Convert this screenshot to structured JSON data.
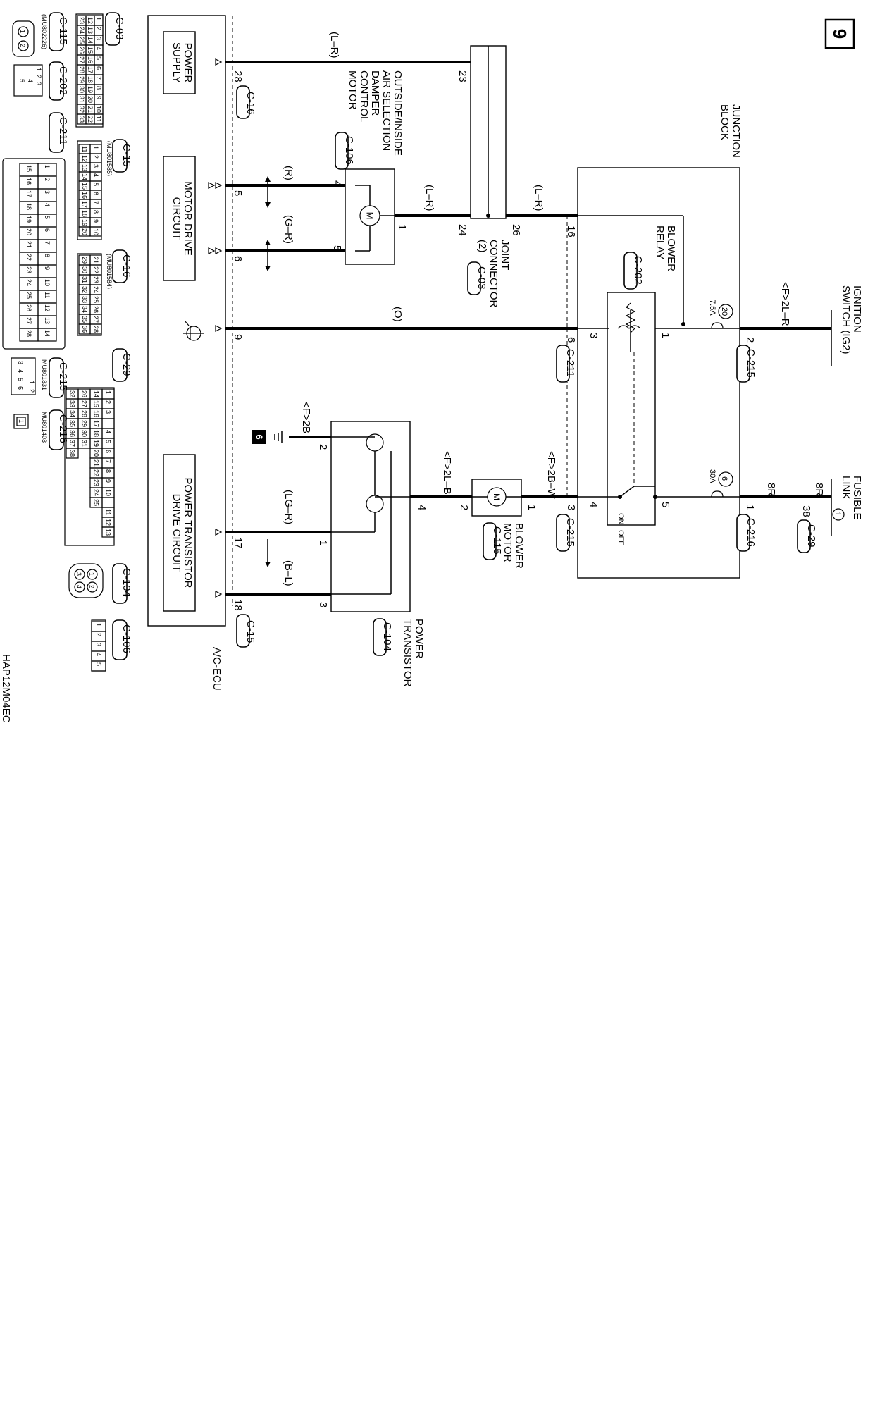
{
  "page": {
    "number": "9",
    "diagram_code": "HAP12M04EC"
  },
  "components": {
    "ecu": "A/C-ECU",
    "ecu_connector_a": "C-16",
    "ecu_connector_b": "C-15",
    "power_supply": [
      "POWER",
      "SUPPLY"
    ],
    "motor_drive": [
      "MOTOR DRIVE",
      "CIRCUIT"
    ],
    "power_transistor_drive": [
      "POWER TRANSISTOR",
      "DRIVE CIRCUIT"
    ],
    "damper_motor": [
      "OUTSIDE/INSIDE",
      "AIR SELECTION",
      "DAMPER",
      "CONTROL",
      "MOTOR"
    ],
    "damper_motor_connector": "C-106",
    "joint_connector": [
      "JOINT",
      "CONNECTOR",
      "(2)"
    ],
    "joint_connector_code": "C-03",
    "junction_block": [
      "JUNCTION",
      "BLOCK"
    ],
    "blower_relay": [
      "BLOWER",
      "RELAY"
    ],
    "blower_relay_connector": "C-202",
    "ignition_switch": [
      "IGNITION",
      "SWITCH (IG2)"
    ],
    "fusible_link": [
      "FUSIBLE",
      "LINK"
    ],
    "fusible_link_number": "1",
    "blower_motor": [
      "BLOWER",
      "MOTOR"
    ],
    "blower_motor_connector": "C-115",
    "power_transistor": [
      "POWER",
      "TRANSISTOR"
    ],
    "power_transistor_connector": "C-104",
    "ground_number": "6"
  },
  "connectors": {
    "c211": "C-211",
    "c215": "C-215",
    "c216": "C-216",
    "c29": "C-29",
    "c03": "C-03",
    "c202": "C-202",
    "c15": "C-15",
    "c16": "C-16",
    "c215b": "C-215",
    "c216b": "C-216",
    "c115": "C-115",
    "c104": "C-104",
    "c106": "C-106"
  },
  "connector_part_numbers": {
    "c115": "(MU802226)",
    "c15": "(MU801585)",
    "c16": "(MU801584)",
    "c215": "MU801331",
    "c216": "MU801403"
  },
  "wires": {
    "l_r": "(L–R)",
    "r": "(R)",
    "g_r": "(G–R)",
    "o": "(O)",
    "lg_r": "(LG–R)",
    "b_l": "(B–L)",
    "f2l_r": "<F>2L–R",
    "f2b_w": "<F>2B–W",
    "f2l_b": "<F>2L–B",
    "f2b": "<F>2B",
    "r8a": "8R",
    "r8b": "8R"
  },
  "fuses": {
    "ig_fuse_no": "20",
    "ig_fuse_amp": "7.5A",
    "fl_fuse_no": "6",
    "fl_fuse_amp": "30A"
  },
  "relay_switch": {
    "on": "ON",
    "off": "OFF"
  },
  "pins": {
    "ecu_28": "28",
    "ecu_5": "5",
    "ecu_6": "6",
    "ecu_9": "9",
    "ecu_17": "17",
    "ecu_18": "18",
    "m_23": "23",
    "m_4": "4",
    "m_5": "5",
    "m_1": "1",
    "j_24": "24",
    "j_26": "26",
    "jb_16": "16",
    "jb_6": "6",
    "jb_2": "2",
    "jb_1": "1",
    "jb_3": "3",
    "jb_4": "4",
    "r_1": "1",
    "r_3": "3",
    "r_5": "5",
    "r_4": "4",
    "f_38": "38",
    "bm_1": "1",
    "bm_2": "2",
    "pt_4": "4",
    "pt_2": "2",
    "pt_1": "1",
    "pt_3": "3"
  },
  "connector_grids": {
    "c03": [
      [
        "1",
        "2",
        "3",
        "4",
        "5",
        "6",
        "7",
        "8",
        "9",
        "10",
        "11"
      ],
      [
        "12",
        "13",
        "14",
        "15",
        "16",
        "17",
        "18",
        "19",
        "20",
        "21",
        "22"
      ],
      [
        "23",
        "24",
        "25",
        "26",
        "27",
        "28",
        "29",
        "30",
        "31",
        "32",
        "33"
      ]
    ],
    "c15": [
      [
        "1",
        "2",
        "3",
        "4",
        "5",
        "6",
        "7",
        "8",
        "9",
        "10"
      ],
      [
        "11",
        "12",
        "13",
        "14",
        "15",
        "16",
        "17",
        "18",
        "19",
        "20"
      ]
    ],
    "c16": [
      [
        "21",
        "22",
        "23",
        "24",
        "25",
        "26",
        "27",
        "28"
      ],
      [
        "29",
        "30",
        "31",
        "32",
        "33",
        "34",
        "35",
        "36"
      ]
    ],
    "c211": [
      [
        "1",
        "2",
        "3",
        "4",
        "5",
        "6",
        "7",
        "8",
        "9",
        "10",
        "11",
        "12",
        "13",
        "14"
      ],
      [
        "15",
        "16",
        "17",
        "18",
        "19",
        "20",
        "21",
        "22",
        "23",
        "24",
        "25",
        "26",
        "27",
        "28"
      ]
    ],
    "c29": [
      [
        "1",
        "2",
        "3",
        "",
        "4",
        "5",
        "6",
        "7",
        "8",
        "9",
        "10",
        "",
        "11",
        "12",
        "13"
      ],
      [
        "14",
        "15",
        "16",
        "17",
        "18",
        "19",
        "20",
        "21",
        "22",
        "23",
        "24",
        "25"
      ],
      [
        "26",
        "27",
        "28",
        "29",
        "30",
        "31"
      ],
      [
        "32",
        "33",
        "34",
        "35",
        "36",
        "37",
        "38"
      ]
    ],
    "c202": [
      [
        "1",
        "2",
        "3"
      ],
      [
        "4"
      ],
      [
        "5"
      ]
    ],
    "c115": [
      "1",
      "2"
    ],
    "c215": [
      [
        "1"
      ],
      [
        "2"
      ],
      [
        "3",
        "4",
        "5",
        "6"
      ]
    ],
    "c216": [
      "1"
    ],
    "c104": [
      "1",
      "2",
      "3",
      "4"
    ],
    "c106": [
      "1",
      "2",
      "3",
      "4",
      "5"
    ]
  }
}
